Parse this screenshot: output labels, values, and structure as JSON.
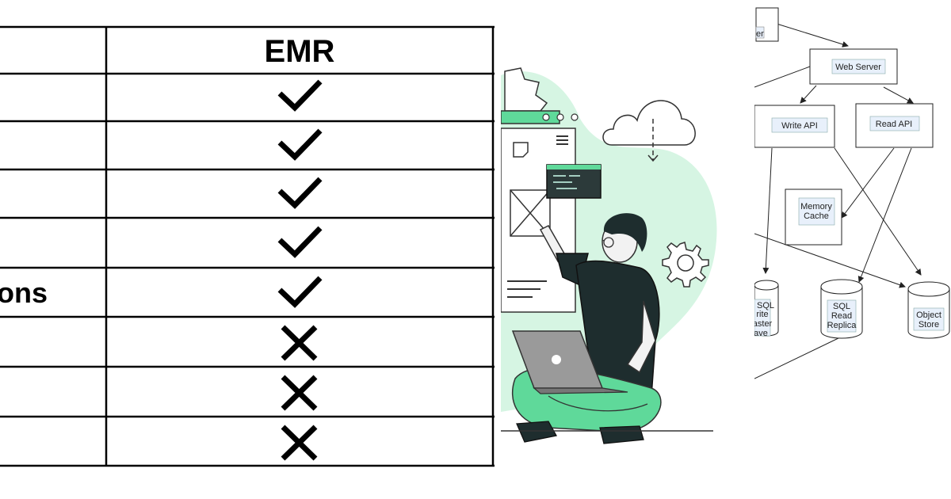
{
  "table": {
    "column_header": "EMR",
    "row_label_fragment": "ons",
    "marks": [
      "check",
      "check",
      "check",
      "check",
      "check",
      "cross",
      "cross",
      "cross"
    ]
  },
  "illustration": {
    "icons": [
      "cloud-download-icon",
      "gear-icon",
      "laptop-icon",
      "code-window-icon",
      "hamburger-menu-icon"
    ]
  },
  "diagram": {
    "nodes": {
      "top_left_fragment": "er",
      "web_server": "Web Server",
      "write_api": "Write API",
      "read_api": "Read API",
      "memory_cache_line1": "Memory",
      "memory_cache_line2": "Cache",
      "sql_write_line1": "SQL",
      "sql_write_line2": "rite",
      "sql_write_line3": "aster",
      "sql_write_line4": "ave",
      "sql_read_line1": "SQL",
      "sql_read_line2": "Read",
      "sql_read_line3": "Replica",
      "object_store_line1": "Object",
      "object_store_line2": "Store"
    }
  }
}
